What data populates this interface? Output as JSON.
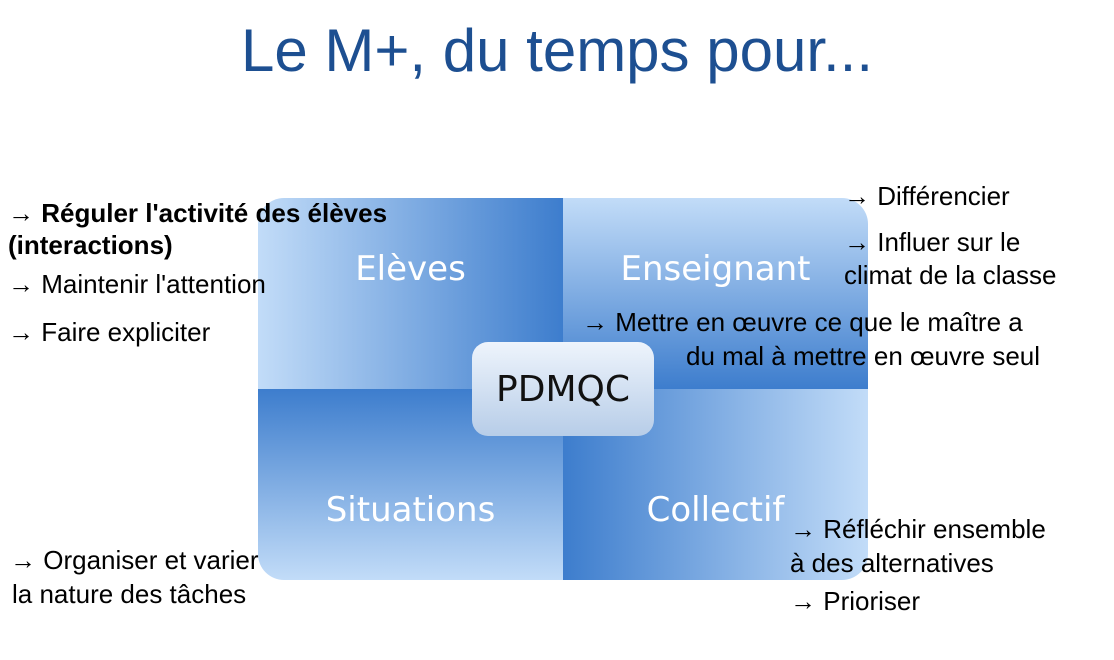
{
  "title": "Le M+, du temps pour...",
  "quadrants": {
    "top_left": "Elèves",
    "top_right": "Enseignant",
    "bottom_left": "Situations",
    "bottom_right": "Collectif"
  },
  "center": "PDMQC",
  "notes": {
    "eleves_1a": "→ Réguler l'activité des élèves",
    "eleves_1b": " (interactions)",
    "eleves_2": "→ Maintenir l'attention",
    "eleves_3": "→ Faire expliciter",
    "ens_1": "→ Différencier",
    "ens_2a": "→ Influer sur le",
    "ens_2b": "climat de la classe",
    "ens_3a": "→ Mettre en œuvre ce que le maître a",
    "ens_3b": "du mal à mettre en œuvre seul",
    "sit_1a": "→ Organiser et varier",
    "sit_1b": "la nature des tâches",
    "col_1a": "→ Réfléchir ensemble",
    "col_1b": "à des alternatives",
    "col_2": "→ Prioriser"
  }
}
